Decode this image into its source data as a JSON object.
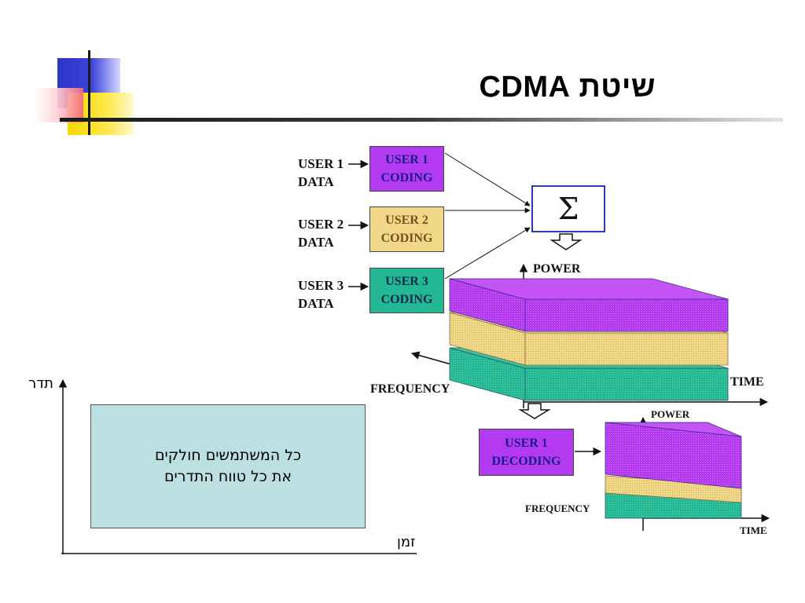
{
  "slide": {
    "title": "שיטת CDMA"
  },
  "inputs": [
    {
      "line1": "USER 1",
      "line2": "DATA",
      "coding1": "USER 1",
      "coding2": "CODING"
    },
    {
      "line1": "USER 2",
      "line2": "DATA",
      "coding1": "USER 2",
      "coding2": "CODING"
    },
    {
      "line1": "USER 3",
      "line2": "DATA",
      "coding1": "USER 3",
      "coding2": "CODING"
    }
  ],
  "summer": {
    "symbol": "Σ"
  },
  "main_plot": {
    "power_label": "POWER",
    "time_label": "TIME",
    "frequency_label": "FREQUENCY"
  },
  "decoder": {
    "line1": "USER 1",
    "line2": "DECODING"
  },
  "small_plot": {
    "power_label": "POWER",
    "time_label": "TIME",
    "frequency_label": "FREQUENCY"
  },
  "left_graph": {
    "y_axis_label": "תדר",
    "x_axis_label": "זמן",
    "note_line1": "כל המשתמשים חולקים",
    "note_line2": "את כל טווח התדרים"
  },
  "colors": {
    "user1": "#b43af2",
    "user2": "#f1d889",
    "user3": "#23b793",
    "note_bg": "#bcdfe1"
  }
}
